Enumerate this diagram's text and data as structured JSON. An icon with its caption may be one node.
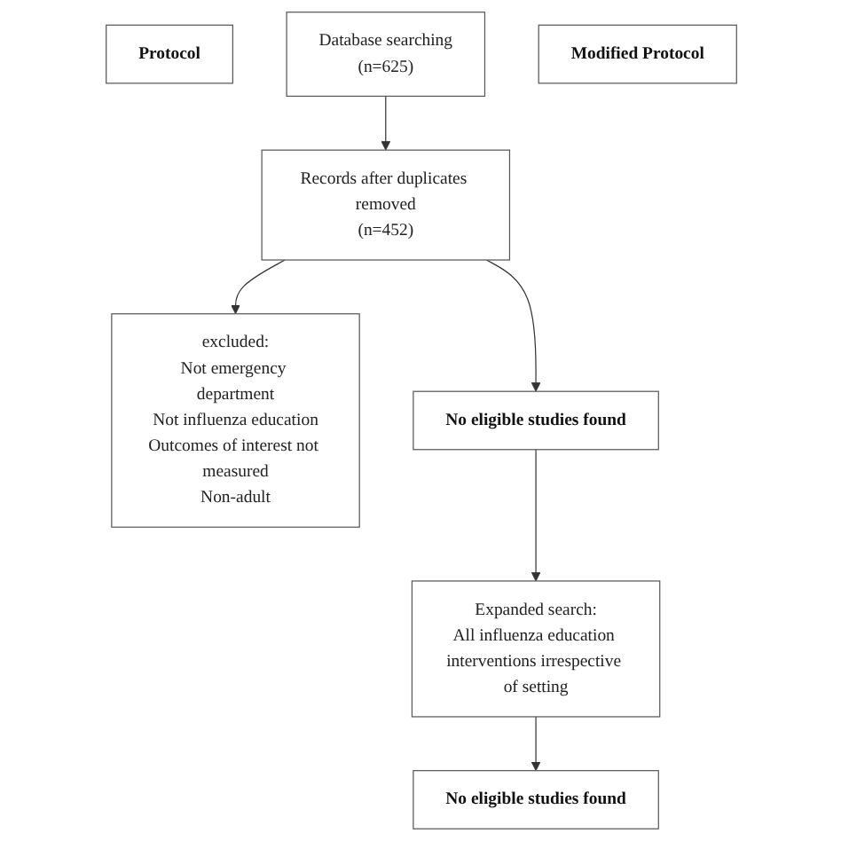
{
  "diagram": {
    "nodes": [
      {
        "text": [
          "Protocol"
        ]
      },
      {
        "text": [
          "Database searching",
          "(n=625)"
        ]
      },
      {
        "text": [
          "Records after duplicates removed",
          "(n=452)"
        ]
      },
      {
        "text": [
          "excluded:",
          "Not emergency department",
          "Not influenza education",
          "Outcomes of interest not measured",
          "Non-adult"
        ]
      },
      {
        "text": [
          "No eligible studies found"
        ]
      },
      {
        "text": [
          "Modified Protocol"
        ]
      },
      {
        "text": [
          "Expanded search:",
          "All influenza education interventions irrespective of setting"
        ]
      },
      {
        "text": [
          "No eligible studies found"
        ]
      }
    ],
    "edges": [
      {
        "from": 1,
        "to": 2,
        "arrow": "to"
      },
      {
        "from": 2,
        "to": 3,
        "arrow": "to"
      },
      {
        "from": 2,
        "to": 4,
        "arrow": "to"
      },
      {
        "from": 4,
        "to": 6,
        "arrow": "to"
      },
      {
        "from": 6,
        "to": 7,
        "arrow": "to"
      }
    ]
  }
}
